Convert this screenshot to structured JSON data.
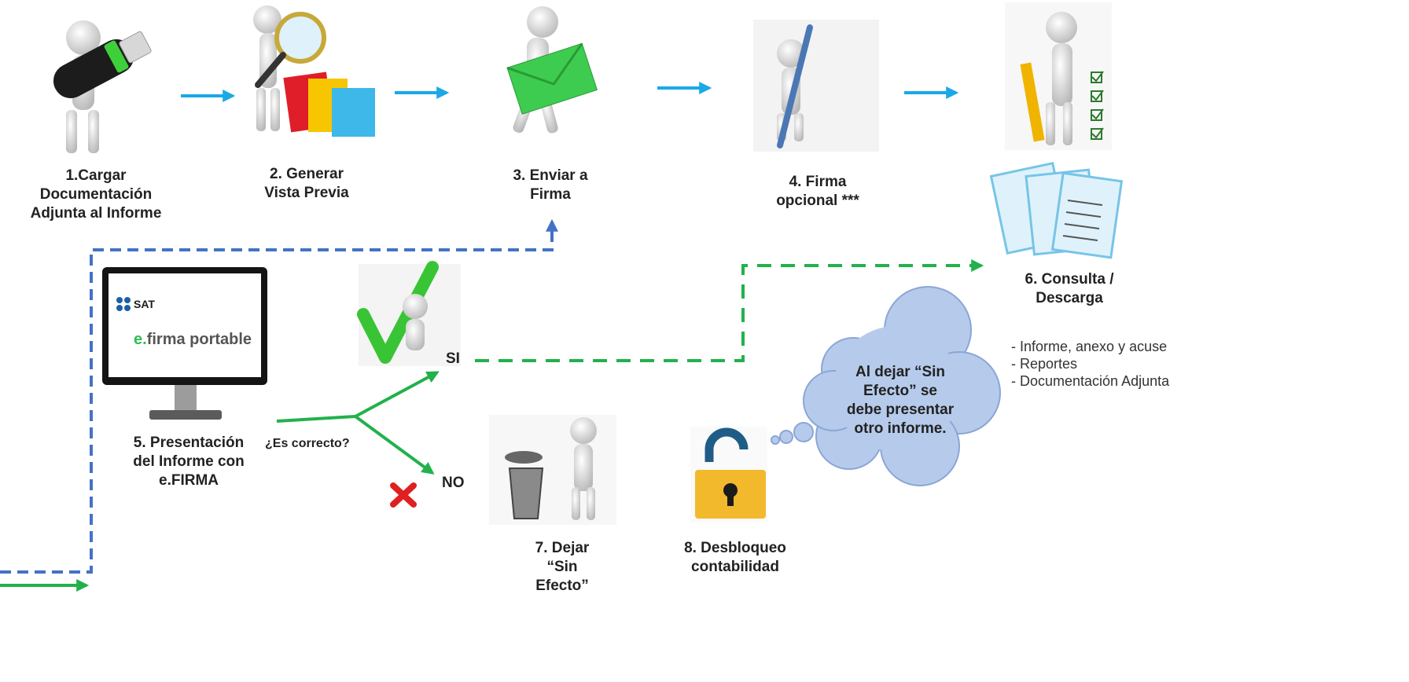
{
  "steps": [
    {
      "label": "1.Cargar\nDocumentación\nAdjunta al Informe"
    },
    {
      "label": "2. Generar\nVista Previa"
    },
    {
      "label": "3. Enviar a\nFirma"
    },
    {
      "label": "4. Firma\nopcional ***"
    },
    {
      "label": "5. Presentación\ndel Informe con\ne.FIRMA"
    },
    {
      "label": "6. Consulta /\nDescarga"
    },
    {
      "label": "7. Dejar\n“Sin\nEfecto”"
    },
    {
      "label": "8. Desbloqueo\ncontabilidad"
    }
  ],
  "decision_label": "¿Es correcto?",
  "branch_yes": "SI",
  "branch_no": "NO",
  "downloads": [
    "- Informe, anexo y acuse",
    "- Reportes",
    "- Documentación Adjunta"
  ],
  "cloud_note": "Al dejar “Sin\nEfecto” se\ndebe presentar\notro informe.",
  "monitor": {
    "brand": "SAT",
    "product_prefix": "e.",
    "product": "firma portable"
  },
  "colors": {
    "flow_arrow": "#1aa9e6",
    "dashed_blue": "#4472c4",
    "green": "#22b14c",
    "red": "#e02020",
    "cloud": "#b6cbeb"
  }
}
